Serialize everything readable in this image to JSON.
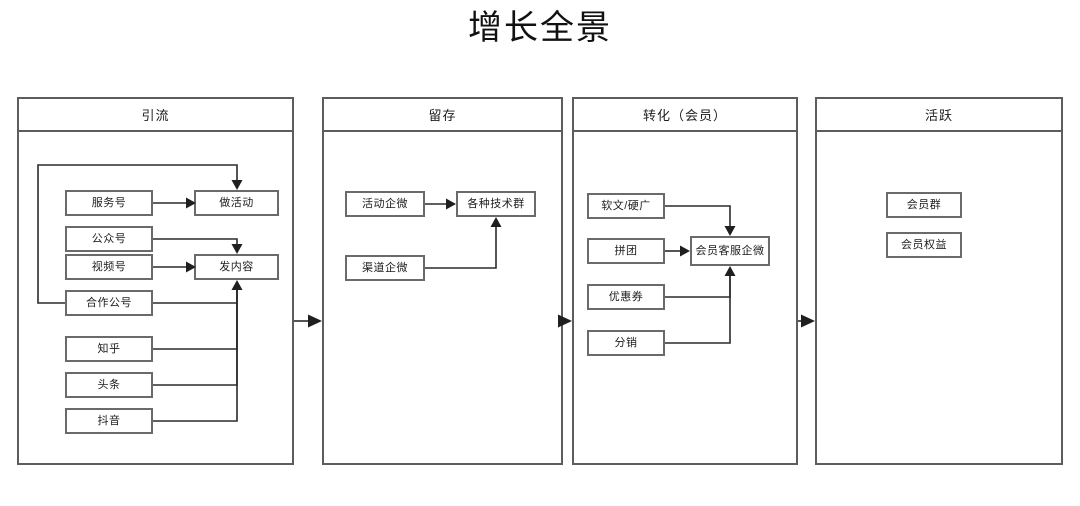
{
  "title": "增长全景",
  "panels": [
    {
      "id": "panel-acquisition",
      "header": "引流",
      "nodes": [
        {
          "name": "node-service-account",
          "label": "服务号"
        },
        {
          "name": "node-official-account",
          "label": "公众号"
        },
        {
          "name": "node-video-account",
          "label": "视频号"
        },
        {
          "name": "node-partner-account",
          "label": "合作公号"
        },
        {
          "name": "node-zhihu",
          "label": "知乎"
        },
        {
          "name": "node-toutiao",
          "label": "头条"
        },
        {
          "name": "node-douyin",
          "label": "抖音"
        },
        {
          "name": "node-run-campaign",
          "label": "做活动"
        },
        {
          "name": "node-publish-content",
          "label": "发内容"
        }
      ]
    },
    {
      "id": "panel-retention",
      "header": "留存",
      "nodes": [
        {
          "name": "node-campaign-wecom",
          "label": "活动企微"
        },
        {
          "name": "node-channel-wecom",
          "label": "渠道企微"
        },
        {
          "name": "node-tech-groups",
          "label": "各种技术群"
        }
      ]
    },
    {
      "id": "panel-conversion",
      "header": "转化（会员）",
      "nodes": [
        {
          "name": "node-softad-hardad",
          "label": "软文/硬广"
        },
        {
          "name": "node-group-buy",
          "label": "拼团"
        },
        {
          "name": "node-coupon",
          "label": "优惠券"
        },
        {
          "name": "node-distribution",
          "label": "分销"
        },
        {
          "name": "node-member-service-wecom",
          "label": "会员客服企微"
        }
      ]
    },
    {
      "id": "panel-active",
      "header": "活跃",
      "nodes": [
        {
          "name": "node-member-group",
          "label": "会员群"
        },
        {
          "name": "node-member-benefits",
          "label": "会员权益"
        }
      ]
    }
  ],
  "colors": {
    "panel_border": "#5d5d5d",
    "node_border": "#6a6a6a",
    "wire": "#2b2b2b",
    "background": "#ffffff",
    "text": "#1d1d1d"
  }
}
